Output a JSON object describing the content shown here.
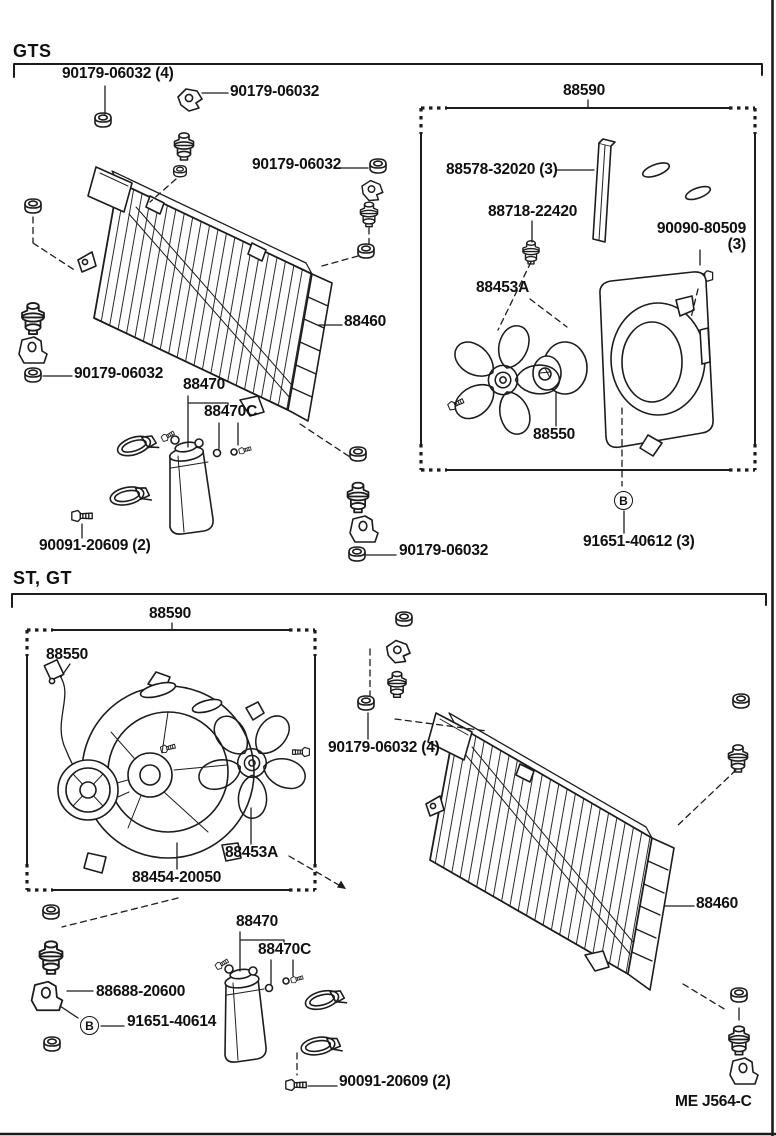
{
  "diagram": {
    "type": "parts-diagram",
    "sections": {
      "gts": {
        "title": "GTS"
      },
      "st_gt": {
        "title": "ST,  GT"
      }
    },
    "marker_b": "B",
    "drawing_code": "ME  J564-C",
    "part_numbers": {
      "clip_nut": "90179-06032",
      "clip_nut_qty4": "90179-06032 (4)",
      "fan_shroud_assembly": "88590",
      "condenser": "88460",
      "receiver": "88470",
      "receiver_fitting": "88470C",
      "fan": "88453A",
      "fan_motor": "88550",
      "fan_shroud": "88454-20050",
      "seal_strip": "88578-32020 (3)",
      "grommet": "88718-22420",
      "screw_small": "90090-80509",
      "screw_small_qty": "(3)",
      "hose_clamp_screw": "90091-20609 (2)",
      "bolt_b_gts": "91651-40612 (3)",
      "bolt_b_st": "91651-40614",
      "bracket": "88688-20600"
    }
  }
}
